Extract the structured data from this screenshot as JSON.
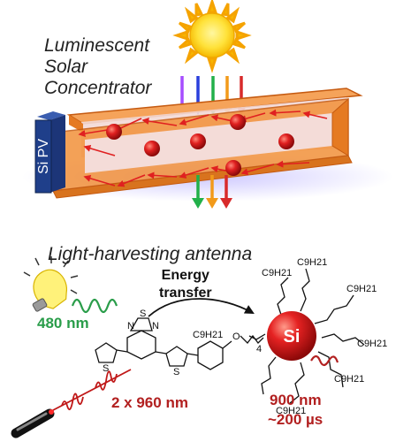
{
  "lsc": {
    "title_lines": [
      "Luminescent",
      "Solar",
      "Concentrator"
    ],
    "pv_label": "Si PV",
    "sun_rays_in": [
      "#a64dff",
      "#2a3fdc",
      "#22b04a",
      "#f29a1a",
      "#d82a2a"
    ],
    "rays_out": [
      "#22b04a",
      "#f29a1a",
      "#d82a2a"
    ]
  },
  "antenna": {
    "title": "Light-harvesting antenna",
    "energy_transfer": [
      "Energy",
      "transfer"
    ],
    "excitation_visible": "480 nm",
    "excitation_nir": "2 x 960 nm",
    "emission": "900 nm",
    "lifetime": "~200 µs",
    "nanocrystal_label": "Si",
    "alkyl_chain": "C9H21",
    "linker_subscript": "4",
    "heteroatoms": [
      "N",
      "S",
      "N",
      "S",
      "S",
      "O"
    ]
  },
  "colors": {
    "green": "#2a9d4a",
    "red": "#b22020",
    "slab_orange": "#f2913a",
    "pv_blue": "#1f3f8a"
  }
}
